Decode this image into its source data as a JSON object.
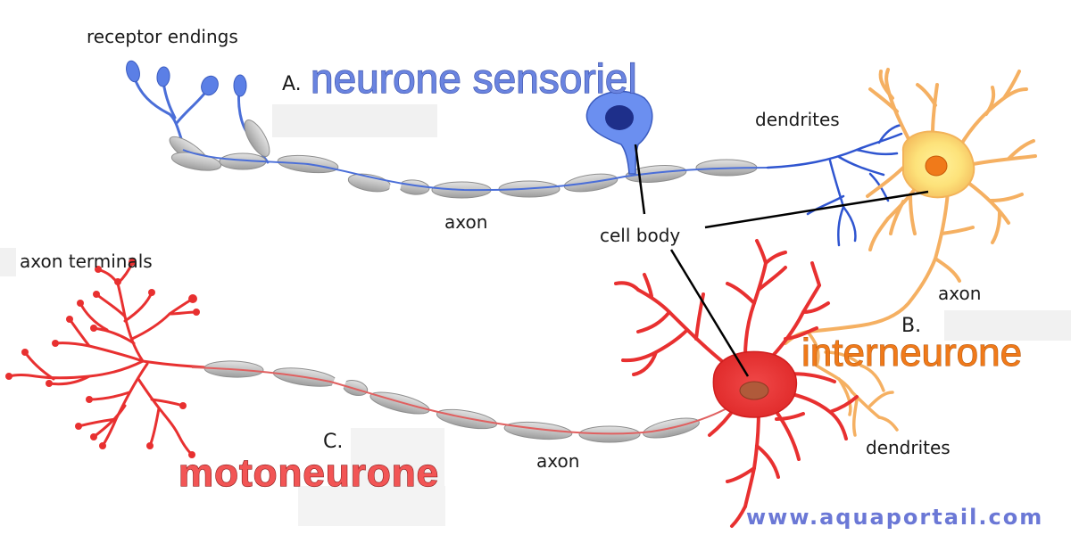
{
  "labels": {
    "receptor_endings": "receptor endings",
    "section_a": "A.",
    "title_a": "neurone sensoriel",
    "dendrites_top": "dendrites",
    "axon_top": "axon",
    "cell_body": "cell body",
    "axon_terminals": "axon terminals",
    "axon_right": "axon",
    "section_b": "B.",
    "title_b": "interneurone",
    "section_c": "C.",
    "title_c": "motoneurone",
    "axon_bottom": "axon",
    "dendrites_bottom": "dendrites"
  },
  "footer": {
    "website": "www.aquaportail.com"
  },
  "colors": {
    "sensory": "#5b7fe6",
    "inter": "#f5b062",
    "motor": "#e83030",
    "myelin": "#c9c9c9",
    "website": "#6b78d6"
  }
}
